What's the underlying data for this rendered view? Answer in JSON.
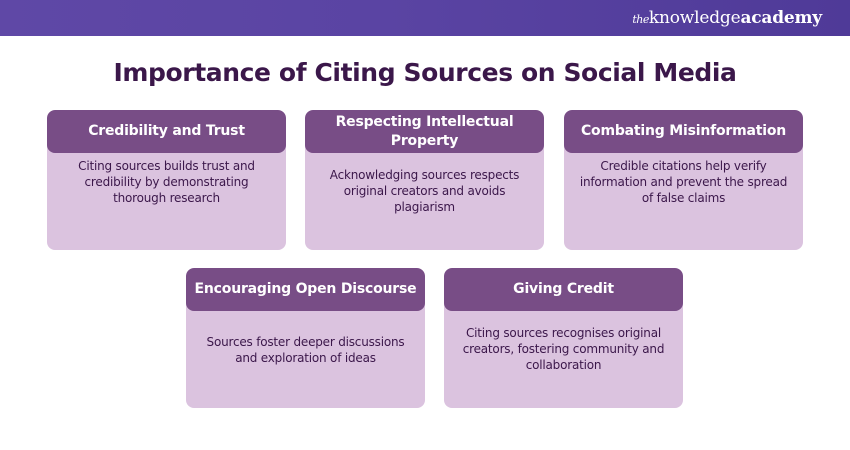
{
  "header": {
    "logo": {
      "prefix": "the",
      "part1": "knowledge",
      "part2": "academy"
    },
    "colors": {
      "bar": "#5a44a3",
      "logo_text": "#ffffff"
    }
  },
  "title": "Importance of Citing Sources on Social Media",
  "colors": {
    "title": "#3b174a",
    "card_header": "#784d86",
    "card_body": "#dbc3df",
    "card_text": "#3b174a"
  },
  "cards": [
    {
      "title": "Credibility and Trust",
      "text": "Citing sources builds trust and credibility by demonstrating thorough research"
    },
    {
      "title": "Respecting Intellectual Property",
      "text": "Acknowledging sources respects original creators and avoids plagiarism"
    },
    {
      "title": "Combating Misinformation",
      "text": "Credible citations help verify information and prevent the spread of false claims"
    },
    {
      "title": "Encouraging Open Discourse",
      "text": "Sources foster deeper discussions and exploration of ideas"
    },
    {
      "title": "Giving Credit",
      "text": "Citing sources recognises original creators, fostering community and collaboration"
    }
  ]
}
